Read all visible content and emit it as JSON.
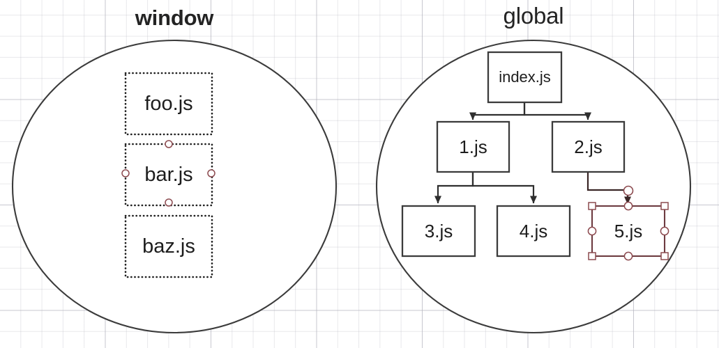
{
  "diagram": {
    "type": "scope-diagram",
    "background": {
      "style": "graph-paper-grid",
      "grid_color": "#e3e3e8",
      "page_color": "#ffffff"
    },
    "stroke_color": "#3b3b3b",
    "selection_color": "#8c4a4f",
    "handle_fill": "#ffffff",
    "scopes": [
      {
        "id": "window",
        "title": "window",
        "shape": "ellipse",
        "title_bold": true,
        "nodes": [
          {
            "id": "foo",
            "label": "foo.js",
            "border": "dotted",
            "selected": false
          },
          {
            "id": "bar",
            "label": "bar.js",
            "border": "dotted",
            "selected": false,
            "hover_handles": true
          },
          {
            "id": "baz",
            "label": "baz.js",
            "border": "dotted",
            "selected": false
          }
        ]
      },
      {
        "id": "global",
        "title": "global",
        "shape": "ellipse",
        "title_bold": false,
        "nodes": [
          {
            "id": "index",
            "label": "index.js",
            "border": "solid",
            "selected": false
          },
          {
            "id": "one",
            "label": "1.js",
            "border": "solid",
            "selected": false
          },
          {
            "id": "two",
            "label": "2.js",
            "border": "solid",
            "selected": false
          },
          {
            "id": "three",
            "label": "3.js",
            "border": "solid",
            "selected": false
          },
          {
            "id": "four",
            "label": "4.js",
            "border": "solid",
            "selected": false
          },
          {
            "id": "five",
            "label": "5.js",
            "border": "solid",
            "selected": true
          }
        ],
        "edges": [
          {
            "from": "index",
            "to": "one",
            "arrow": "triangle"
          },
          {
            "from": "index",
            "to": "two",
            "arrow": "triangle"
          },
          {
            "from": "one",
            "to": "three",
            "arrow": "triangle"
          },
          {
            "from": "one",
            "to": "four",
            "arrow": "triangle"
          },
          {
            "from": "two",
            "to": "five",
            "arrow": "triangle",
            "selected": true
          }
        ]
      }
    ]
  },
  "labels": {
    "window_title": "window",
    "global_title": "global",
    "foo": "foo.js",
    "bar": "bar.js",
    "baz": "baz.js",
    "index": "index.js",
    "one": "1.js",
    "two": "2.js",
    "three": "3.js",
    "four": "4.js",
    "five": "5.js"
  }
}
